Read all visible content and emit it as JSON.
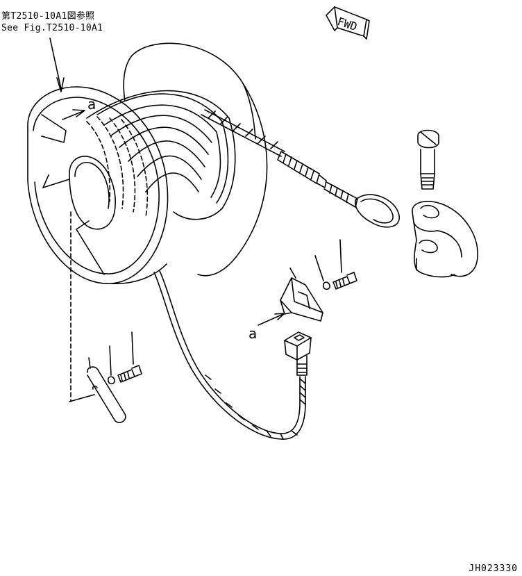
{
  "reference": {
    "japanese": "第T2510-10A1図参照",
    "english": "See Fig.T2510-10A1"
  },
  "fwd_marker": "FWD",
  "callouts": {
    "top": "a",
    "bottom": "a"
  },
  "drawing_number": "JH023330",
  "colors": {
    "line": "#000000",
    "background": "#ffffff"
  }
}
